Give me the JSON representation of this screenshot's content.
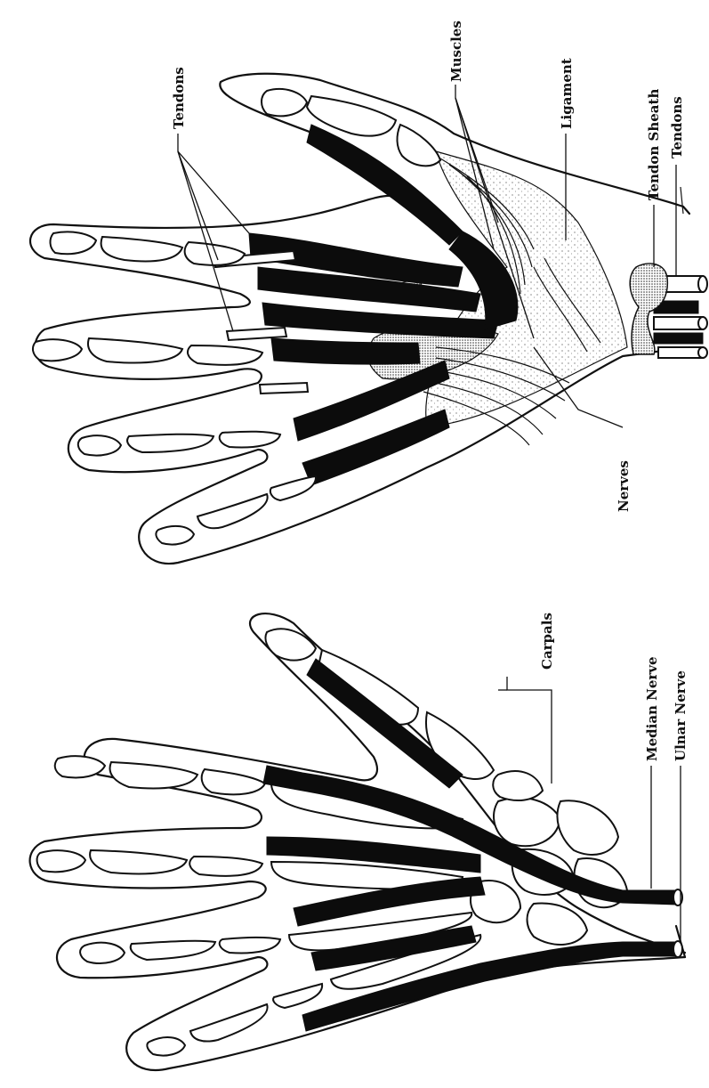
{
  "labels": {
    "top": {
      "tendons_left": "Tendons",
      "muscles": "Muscles",
      "ligament": "Ligament",
      "tendon_sheath": "Tendon Sheath",
      "tendons_right": "Tendons",
      "nerves": "Nerves"
    },
    "bottom": {
      "carpals": "Carpals",
      "median_nerve": "Median Nerve",
      "ulnar_nerve": "Ulnar Nerve"
    }
  },
  "colors": {
    "ink": "#111111",
    "paper": "#ffffff",
    "stipple": "#bdbdbd"
  }
}
